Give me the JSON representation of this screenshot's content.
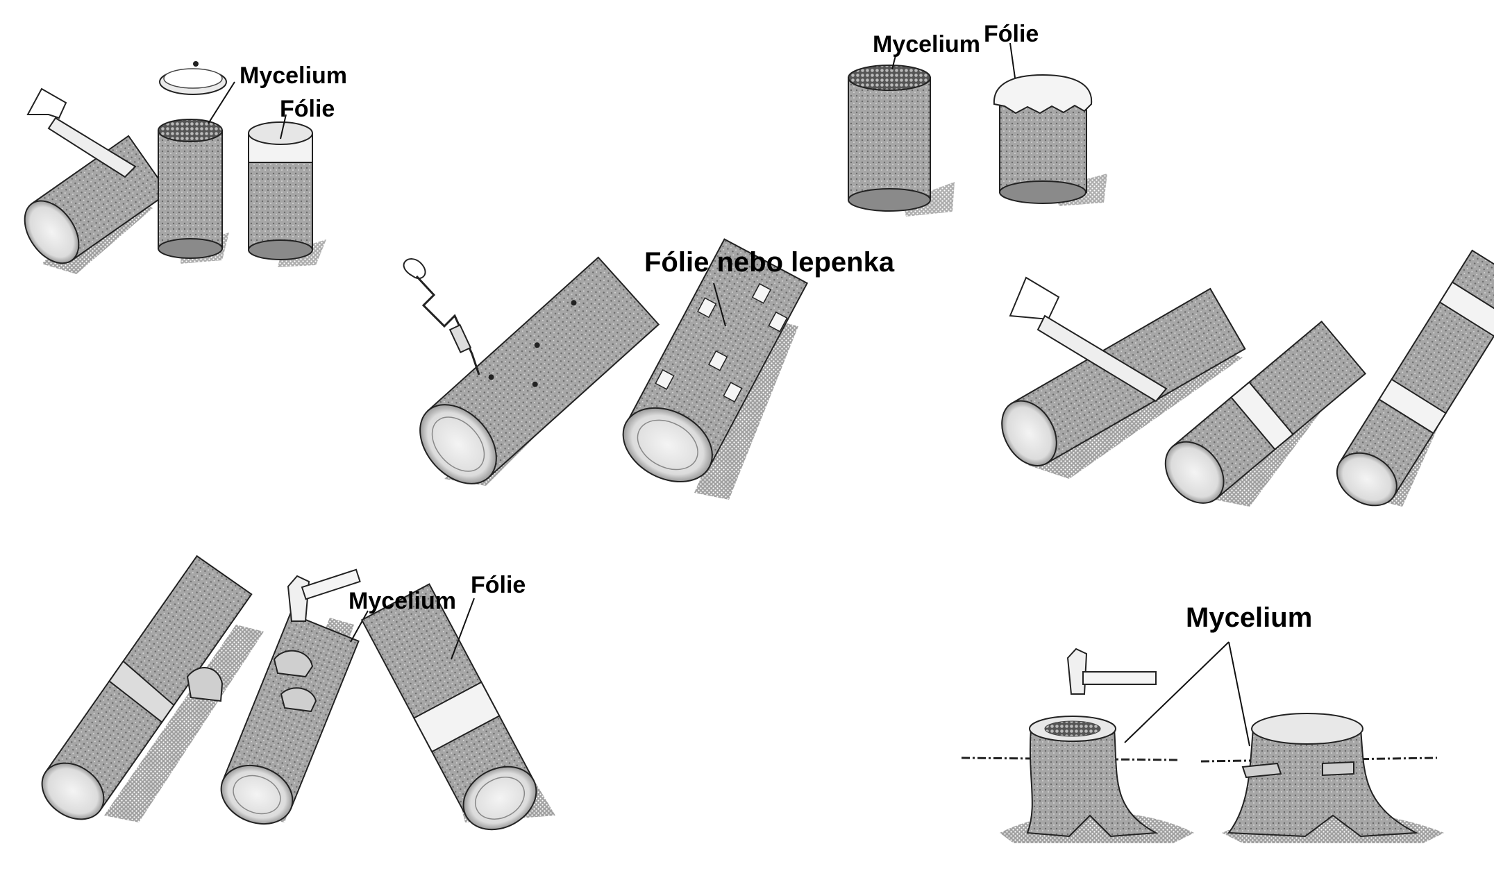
{
  "labels": {
    "panel1_mycelium": "Mycelium",
    "panel1_folie": "Fólie",
    "panel2_mycelium": "Mycelium",
    "panel2_folie": "Fólie",
    "panel3_folie_lepenka": "Fólie nebo lepenka",
    "panel5_mycelium": "Mycelium",
    "panel5_folie": "Fólie",
    "panel6_mycelium": "Mycelium"
  },
  "colors": {
    "ink": "#111111",
    "wood_light": "#e8e8e8",
    "wood_mid": "#b9b9b9",
    "wood_dark": "#6f6f6f",
    "shadow": "#9a9a9a",
    "foil": "#f2f2f2"
  }
}
